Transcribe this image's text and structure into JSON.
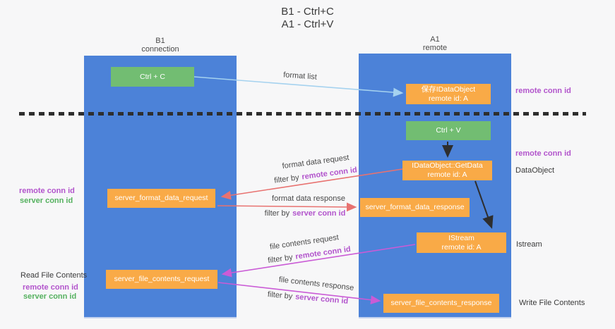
{
  "title": {
    "line1": "B1 - Ctrl+C",
    "line2": "A1 - Ctrl+V"
  },
  "lanes": {
    "left": {
      "header_line1": "B1",
      "header_line2": "connection"
    },
    "right": {
      "header_line1": "A1",
      "header_line2": "remote"
    }
  },
  "nodes": {
    "ctrl_c": {
      "label": "Ctrl + C"
    },
    "save_idataobject": {
      "line1": "保存IDataObject",
      "line2": "remote id: A"
    },
    "ctrl_v": {
      "label": "Ctrl + V"
    },
    "getdata": {
      "line1": "IDataObject::GetData",
      "line2": "remote id: A"
    },
    "server_format_data_request": {
      "label": "server_format_data_request"
    },
    "server_format_data_response": {
      "label": "server_format_data_response"
    },
    "istream": {
      "line1": "IStream",
      "line2": "remote id: A"
    },
    "server_file_contents_request": {
      "label": "server_file_contents_request"
    },
    "server_file_contents_response": {
      "label": "server_file_contents_response"
    }
  },
  "side_labels": {
    "right_remote_conn_id_1": "remote conn id",
    "right_remote_conn_id_2": "remote conn id",
    "right_dataobject": "DataObject",
    "right_istream": "Istream",
    "right_write_file_contents": "Write File Contents",
    "left_remote_conn_id_1": "remote conn id",
    "left_server_conn_id_1": "server conn id",
    "left_read_file_contents": "Read File Contents",
    "left_remote_conn_id_2": "remote conn id",
    "left_server_conn_id_2": "server conn id"
  },
  "edge_labels": {
    "format_list": "format list",
    "format_data_request": "format data request",
    "format_data_response": "format data response",
    "file_contents_request": "file contents request",
    "file_contents_response": "file contents response",
    "filter_by_prefix": "filter by",
    "filter1_key": "remote conn id",
    "filter2_key": "server conn id",
    "filter3_key": "remote conn id",
    "filter4_key": "server conn id"
  },
  "colors": {
    "background": "#f7f7f8",
    "lane_blue": "#4c82d8",
    "node_green": "#72bd72",
    "node_orange": "#f9aa47",
    "arrow_light_blue": "#a5d2ef",
    "arrow_red": "#e87270",
    "arrow_magenta": "#ca5bd6",
    "arrow_black": "#2e2e2e",
    "label_purple": "#b254cc",
    "label_green": "#55b15f",
    "text_dark": "#3a3a3a"
  }
}
